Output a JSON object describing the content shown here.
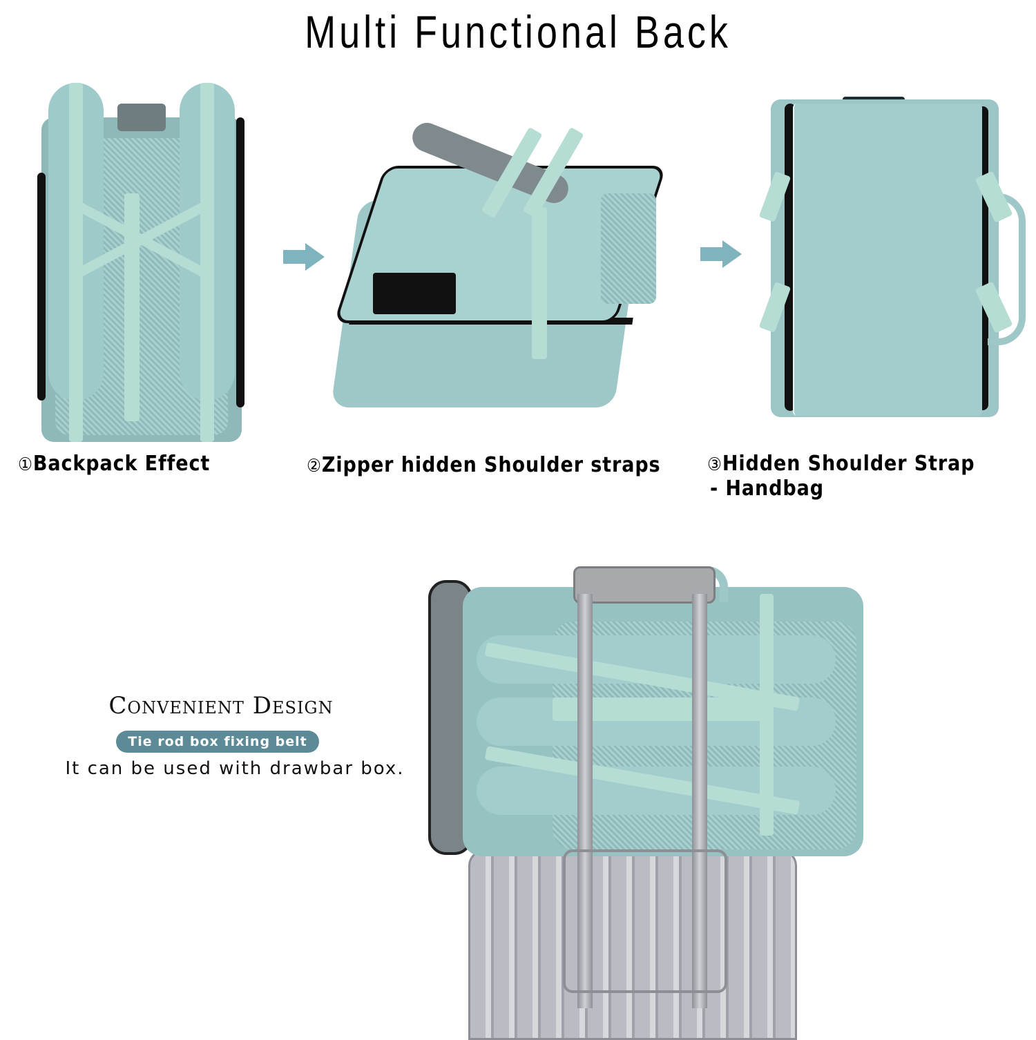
{
  "header": {
    "title": "Multi Functional Back"
  },
  "steps": [
    {
      "number": "①",
      "label": "Backpack Effect"
    },
    {
      "number": "②",
      "label": "Zipper hidden Shoulder straps"
    },
    {
      "number": "③",
      "label": "Hidden Shoulder Strap",
      "label_line2": "- Handbag"
    }
  ],
  "icons": {
    "arrow_1": "arrow-right-icon",
    "arrow_2": "arrow-right-icon"
  },
  "feature": {
    "heading": "Convenient Design",
    "badge": "Tie rod box fixing belt",
    "description": "It can be used with drawbar box."
  },
  "colors": {
    "bag": "#9cc5c5",
    "strap": "#b5ddd4",
    "arrow": "#7fb3bd",
    "badge": "#5c8a96",
    "zipper": "#111111",
    "suitcase": "#b9bcc2",
    "handle": "#a8a9ad"
  }
}
